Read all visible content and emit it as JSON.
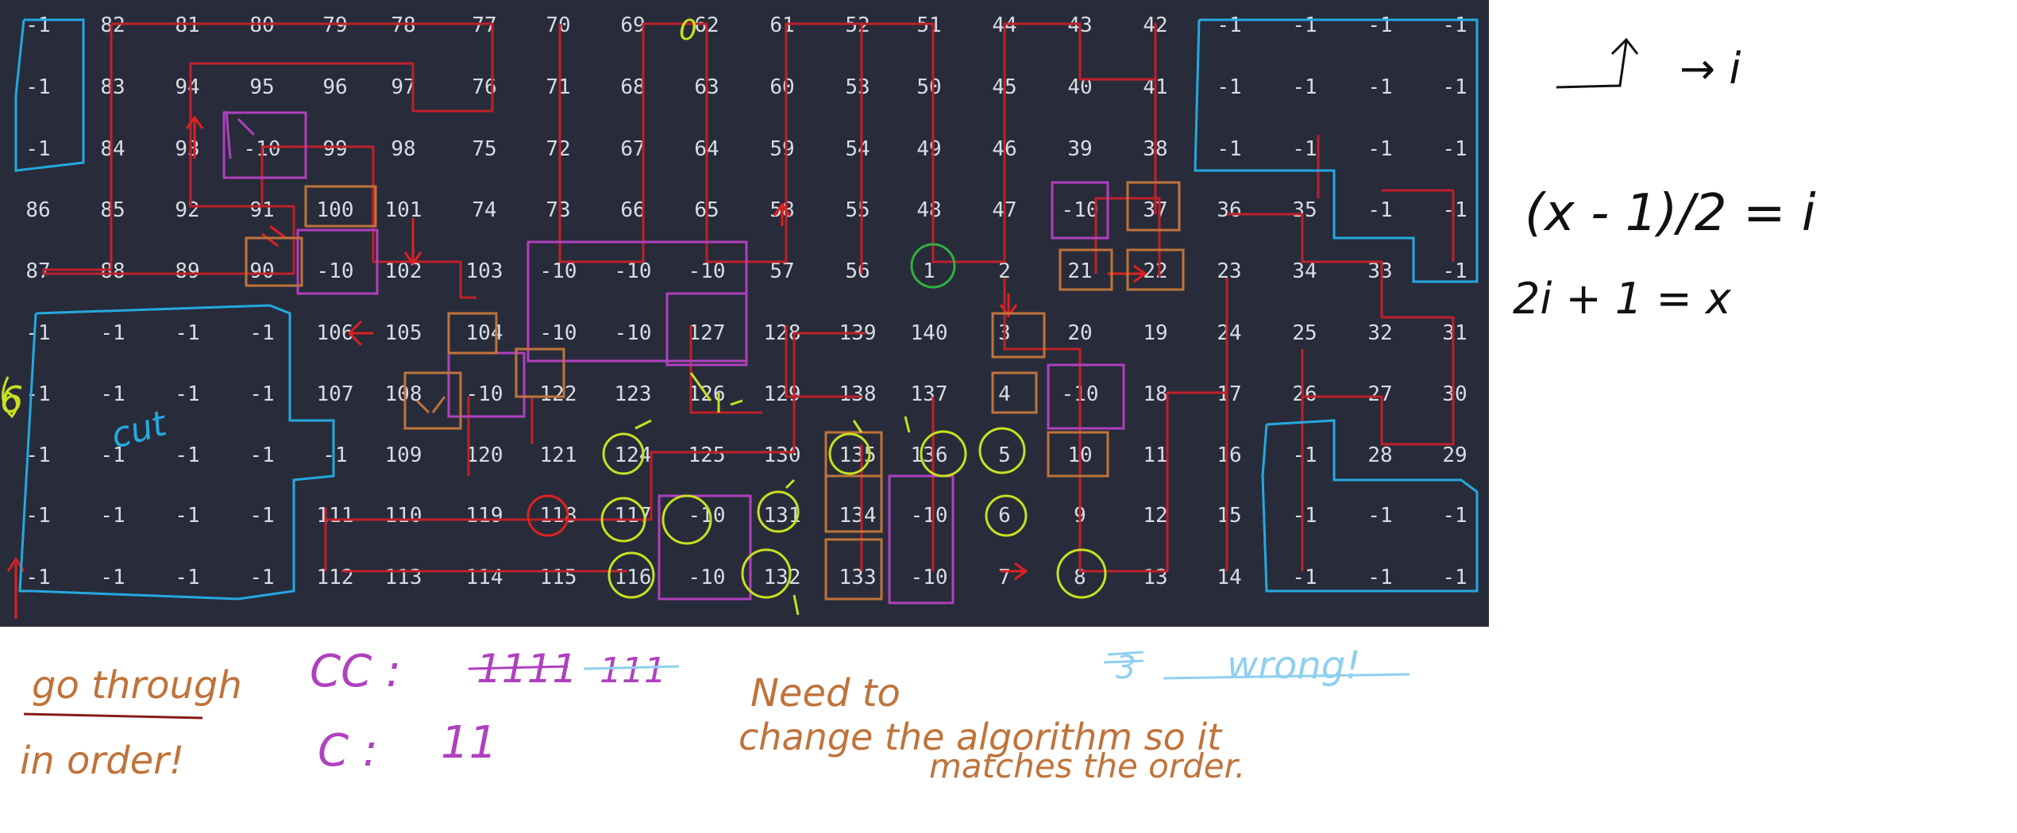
{
  "grid": {
    "rows": [
      [
        "-1",
        "82",
        "81",
        "80",
        "79",
        "78",
        "77",
        "70",
        "69",
        "62",
        "61",
        "52",
        "51",
        "44",
        "43",
        "42",
        "-1",
        "-1",
        "-1",
        "-1"
      ],
      [
        "-1",
        "83",
        "94",
        "95",
        "96",
        "97",
        "76",
        "71",
        "68",
        "63",
        "60",
        "53",
        "50",
        "45",
        "40",
        "41",
        "-1",
        "-1",
        "-1",
        "-1"
      ],
      [
        "-1",
        "84",
        "93",
        "-10",
        "99",
        "98",
        "75",
        "72",
        "67",
        "64",
        "59",
        "54",
        "49",
        "46",
        "39",
        "38",
        "-1",
        "-1",
        "-1",
        "-1"
      ],
      [
        "86",
        "85",
        "92",
        "91",
        "100",
        "101",
        "74",
        "73",
        "66",
        "65",
        "58",
        "55",
        "48",
        "47",
        "-10",
        "37",
        "36",
        "35",
        "-1",
        "-1"
      ],
      [
        "87",
        "88",
        "89",
        "90",
        "-10",
        "102",
        "103",
        "-10",
        "-10",
        "-10",
        "57",
        "56",
        "1",
        "2",
        "21",
        "22",
        "23",
        "34",
        "33",
        "-1"
      ],
      [
        "-1",
        "-1",
        "-1",
        "-1",
        "106",
        "105",
        "104",
        "-10",
        "-10",
        "127",
        "128",
        "139",
        "140",
        "3",
        "20",
        "19",
        "24",
        "25",
        "32",
        "31"
      ],
      [
        "-1",
        "-1",
        "-1",
        "-1",
        "107",
        "108",
        "-10",
        "122",
        "123",
        "126",
        "129",
        "138",
        "137",
        "4",
        "-10",
        "18",
        "17",
        "26",
        "27",
        "30"
      ],
      [
        "-1",
        "-1",
        "-1",
        "-1",
        "-1",
        "109",
        "120",
        "121",
        "124",
        "125",
        "130",
        "135",
        "136",
        "5",
        "10",
        "11",
        "16",
        "-1",
        "28",
        "29"
      ],
      [
        "-1",
        "-1",
        "-1",
        "-1",
        "111",
        "110",
        "119",
        "118",
        "117",
        "-10",
        "131",
        "134",
        "-10",
        "6",
        "9",
        "12",
        "15",
        "-1",
        "-1",
        "-1"
      ],
      [
        "-1",
        "-1",
        "-1",
        "-1",
        "112",
        "113",
        "114",
        "115",
        "116",
        "-10",
        "132",
        "133",
        "-10",
        "7",
        "8",
        "13",
        "14",
        "-1",
        "-1",
        "-1"
      ]
    ]
  },
  "annotations": {
    "cut_label": "cut",
    "go_through": "go through",
    "in_order": "in order!",
    "cc_label": "CC :",
    "cc_tally_1": "1111",
    "cc_tally_2": "111",
    "c_label": "C :",
    "c_tally": "11",
    "need_to": "Need to",
    "change_line": "change the algorithm so it",
    "matches_line": "matches the order.",
    "wrong": "wrong!",
    "three": "3",
    "six": "6",
    "zero": "0",
    "formula_1": "(x - 1)/2 = i",
    "formula_2": "2i + 1 = x",
    "arrow_note": "→ i",
    "colors": {
      "panel_bg": "#282c3a",
      "cell_text": "#d8dce4",
      "red": "#c0202a",
      "blue": "#25a9e0",
      "purple": "#b040c0",
      "orange": "#c0733a",
      "yellow": "#c8e020",
      "green": "#30b040",
      "lightblue": "#8fd0f0",
      "black": "#111111"
    }
  }
}
